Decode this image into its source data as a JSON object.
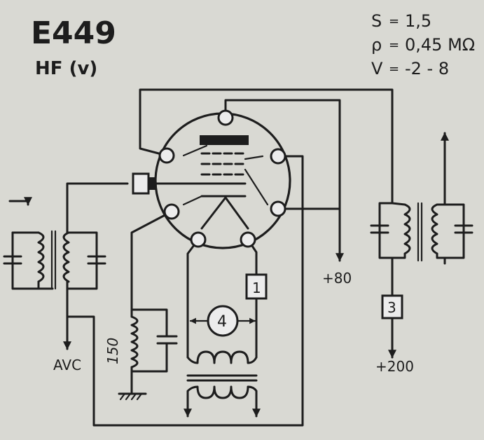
{
  "title": {
    "type": "E449",
    "function": "HF (v)"
  },
  "specs": [
    {
      "symbol": "S",
      "sep": "=",
      "value": "1,5"
    },
    {
      "symbol": "ρ",
      "sep": "=",
      "value": "0,45 MΩ"
    },
    {
      "symbol": "V",
      "sep": "=",
      "value": "-2 - 8"
    }
  ],
  "labels": {
    "avc": "AVC",
    "plus80": "+80",
    "plus200": "+200",
    "resistor": "150",
    "box1": "1",
    "box3": "3",
    "heater": "4"
  }
}
